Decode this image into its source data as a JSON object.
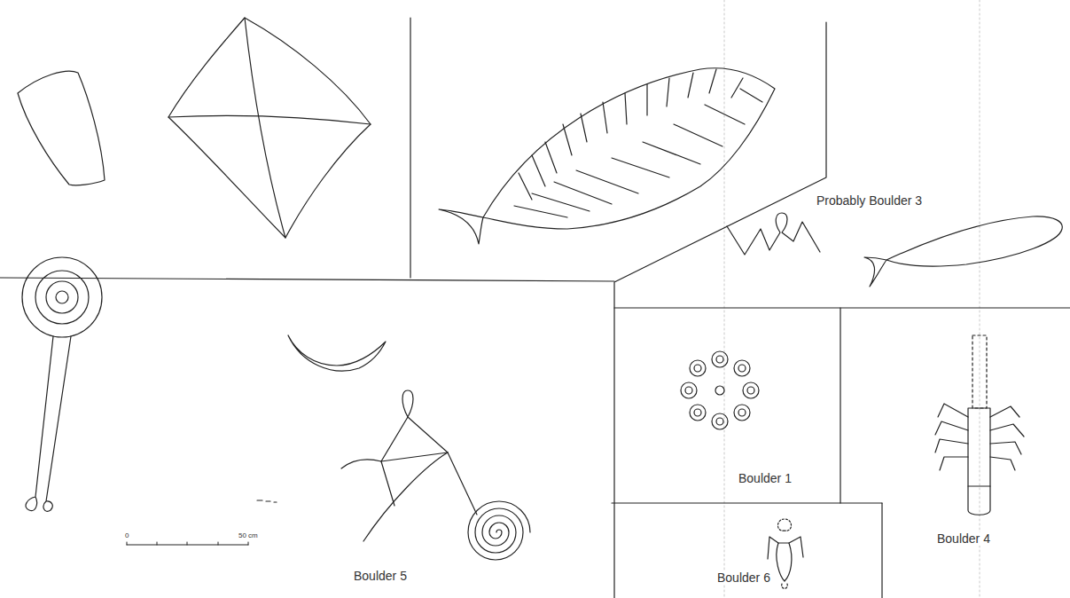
{
  "diagram": {
    "labels": [
      "Probably Boulder 3",
      "Boulder 1",
      "Boulder 4",
      "Boulder 5",
      "Boulder 6",
      "0",
      "50 cm"
    ]
  }
}
